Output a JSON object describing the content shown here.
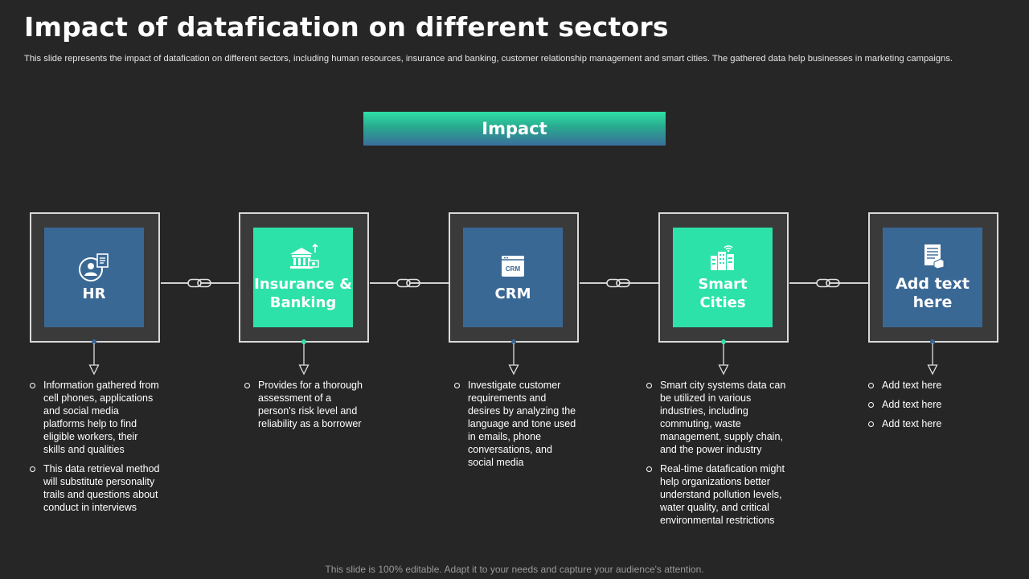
{
  "title": "Impact of datafication on different sectors",
  "subtitle": "This slide represents the impact of datafication on different sectors, including human resources, insurance and banking, customer relationship management and smart cities. The gathered data help businesses in marketing campaigns.",
  "impact_label": "Impact",
  "colors": {
    "background": "#262626",
    "tile_blue": "#3a6895",
    "tile_green": "#2de2a8",
    "card_bg": "#3a3a3a"
  },
  "sectors": [
    {
      "label": "HR",
      "icon": "hr-person-document-icon",
      "tile_color": "blue",
      "points": [
        "Information gathered from cell phones, applications and social media platforms help to find eligible workers, their skills and qualities",
        "This data retrieval method will substitute personality trails and questions about conduct in interviews"
      ]
    },
    {
      "label": "Insurance & Banking",
      "icon": "bank-money-icon",
      "tile_color": "green",
      "points": [
        "Provides for a thorough assessment of a person's risk level and reliability as a borrower"
      ]
    },
    {
      "label": "CRM",
      "icon": "crm-window-icon",
      "icon_text": "CRM",
      "tile_color": "blue",
      "points": [
        "Investigate customer requirements and desires by analyzing the language and tone used in emails, phone conversations, and social media"
      ]
    },
    {
      "label": "Smart Cities",
      "icon": "smart-city-buildings-icon",
      "tile_color": "green",
      "points": [
        "Smart city systems data can be utilized in various industries, including commuting, waste management, supply chain, and the power industry",
        "Real-time datafication might help organizations better understand pollution levels, water quality, and critical environmental  restrictions"
      ]
    },
    {
      "label": "Add text here",
      "icon": "document-hand-icon",
      "tile_color": "blue",
      "points": [
        "Add text here",
        "Add text here",
        "Add text here"
      ]
    }
  ],
  "footer": "This slide is 100% editable. Adapt it to your needs and capture your audience's attention."
}
